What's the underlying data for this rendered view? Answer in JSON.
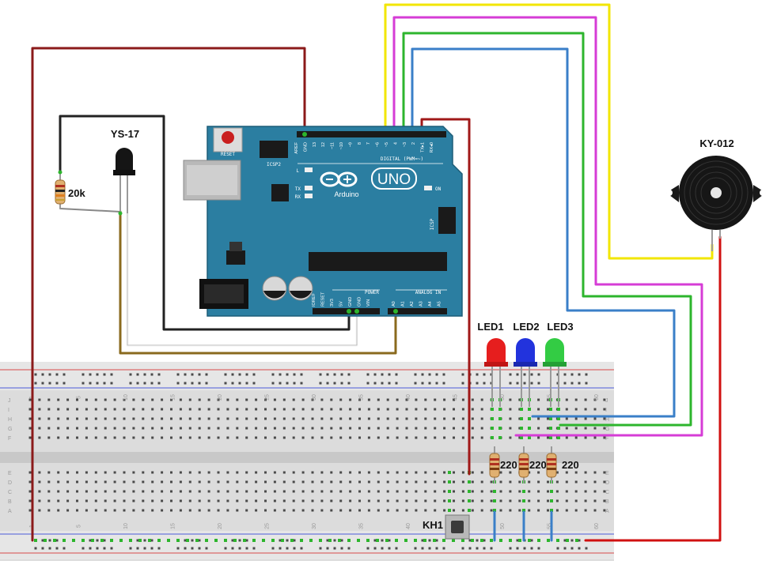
{
  "board": {
    "model": "UNO",
    "brand": "Arduino",
    "reset_label": "RESET",
    "icsp2_label": "ICSP2",
    "icsp_label": "ICSP",
    "digital_label": "DIGITAL (PWM=~)",
    "analog_label": "ANALOG IN",
    "power_label": "POWER",
    "on_label": "ON",
    "l_label": "L",
    "tx_label": "TX",
    "rx_label": "RX",
    "top_pins": [
      "AREF",
      "GND",
      "13",
      "12",
      "~11",
      "~10",
      "~9",
      "8",
      "7",
      "~6",
      "~5",
      "4",
      "~3",
      "2",
      "TX▸1",
      "RX◂0"
    ],
    "power_pins": [
      "IOREF",
      "RESET",
      "3V3",
      "5V",
      "GND",
      "GND",
      "VIN"
    ],
    "analog_pins": [
      "A0",
      "A1",
      "A2",
      "A3",
      "A4",
      "A5"
    ]
  },
  "components": {
    "sensor": "YS-17",
    "sensor_resistor": "20k",
    "buzzer": "KY-012",
    "led1": "LED1",
    "led2": "LED2",
    "led3": "LED3",
    "r1": "220",
    "r2": "220",
    "r3": "220",
    "button": "KH1"
  },
  "breadboard": {
    "col_numbers": [
      "1",
      "5",
      "10",
      "15",
      "20",
      "25",
      "30",
      "35",
      "40",
      "45",
      "50",
      "55",
      "60"
    ],
    "row_letters_top": [
      "J",
      "I",
      "H",
      "G",
      "F"
    ],
    "row_letters_bottom": [
      "E",
      "D",
      "C",
      "B",
      "A"
    ]
  },
  "colors": {
    "board": "#2b7ea1",
    "wire_red": "#b30000",
    "wire_dark_red": "#8b1a1a",
    "wire_black": "#222222",
    "wire_yellow": "#f2e600",
    "wire_magenta": "#d63cd6",
    "wire_green": "#2db52d",
    "wire_blue": "#3a7fc8",
    "wire_brown": "#8a6a1e",
    "wire_white": "#f4f4f4",
    "led_red": "#e61e1e",
    "led_blue": "#2233dd",
    "led_green": "#33cc44"
  }
}
